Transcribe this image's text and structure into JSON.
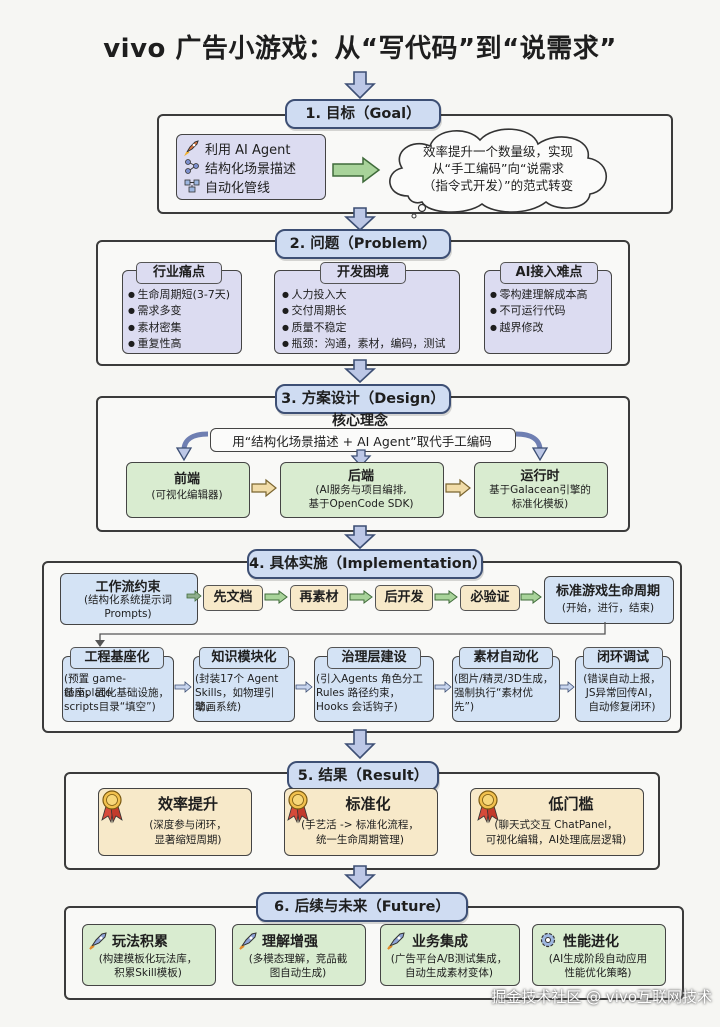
{
  "title": "vivo 广告小游戏：从“写代码”到“说需求”",
  "goal": {
    "label": "1. 目标（Goal）",
    "items": [
      "利用 AI Agent",
      "结构化场景描述",
      "自动化管线"
    ],
    "cloud": [
      "效率提升一个数量级，实现",
      "从“手工编码”向“说需求",
      "（指令式开发）”的范式转变"
    ]
  },
  "problem": {
    "label": "2. 问题（Problem）",
    "groups": [
      {
        "title": "行业痛点",
        "items": [
          "生命周期短(3-7天)",
          "需求多变",
          "素材密集",
          "重复性高"
        ]
      },
      {
        "title": "开发困境",
        "items": [
          "人力投入大",
          "交付周期长",
          "质量不稳定",
          "瓶颈：沟通，素材，编码，测试"
        ]
      },
      {
        "title": "AI接入难点",
        "items": [
          "零构建理解成本高",
          "不可运行代码",
          "越界修改"
        ]
      }
    ]
  },
  "design": {
    "label": "3. 方案设计（Design）",
    "core_title": "核心理念",
    "core_text": "用“结构化场景描述 + AI Agent”取代手工编码",
    "modules": [
      {
        "title": "前端",
        "desc": [
          "(可视化编辑器)"
        ]
      },
      {
        "title": "后端",
        "desc": [
          "(AI服务与项目编排,",
          "基于OpenCode SDK)"
        ]
      },
      {
        "title": "运行时",
        "desc": [
          "基于Galacean引擎的",
          "标准化模板)"
        ]
      }
    ]
  },
  "impl": {
    "label": "4. 具体实施（Implementation）",
    "workflow": {
      "title": "工作流约束",
      "desc": [
        "(结构化系统提示词",
        "Prompts)"
      ]
    },
    "steps": [
      "先文档",
      "再素材",
      "后开发",
      "必验证"
    ],
    "lifecycle": {
      "title": "标准游戏生命周期",
      "desc": "(开始，进行，结束)"
    },
    "cards": [
      {
        "title": "工程基座化",
        "desc": [
          "(预置 game-template",
          "基座，固化基础设施，",
          "scripts目录“填空”)"
        ]
      },
      {
        "title": "知识模块化",
        "desc": [
          "(封装17个 Agent",
          "Skills，如物理引擎，",
          "动画系统)"
        ]
      },
      {
        "title": "治理层建设",
        "desc": [
          "(引入Agents 角色分工",
          "Rules 路径约束，",
          "Hooks 会话钩子)"
        ]
      },
      {
        "title": "素材自动化",
        "desc": [
          "(图片/精灵/3D生成，",
          "强制执行“素材优",
          "先”)"
        ]
      },
      {
        "title": "闭环调试",
        "desc": [
          "(错误自动上报，",
          "JS异常回传AI，",
          "自动修复闭环)"
        ]
      }
    ]
  },
  "result": {
    "label": "5. 结果（Result）",
    "cards": [
      {
        "title": "效率提升",
        "desc": [
          "(深度参与闭环，",
          "显著缩短周期)"
        ]
      },
      {
        "title": "标准化",
        "desc": [
          "(手艺活 -> 标准化流程，",
          "统一生命周期管理)"
        ]
      },
      {
        "title": "低门槛",
        "desc": [
          "(聊天式交互 ChatPanel，",
          "可视化编辑，AI处理底层逻辑)"
        ]
      }
    ]
  },
  "future": {
    "label": "6. 后续与未来（Future）",
    "cards": [
      {
        "title": "玩法积累",
        "desc": [
          "(构建模板化玩法库，",
          "积累Skill模板)"
        ],
        "icon": "rocket-icon"
      },
      {
        "title": "理解增强",
        "desc": [
          "(多模态理解，竞品截",
          "图自动生成)"
        ],
        "icon": "rocket-icon"
      },
      {
        "title": "业务集成",
        "desc": [
          "(广告平台A/B测试集成，",
          "自动生成素材变体)"
        ],
        "icon": "rocket-icon"
      },
      {
        "title": "性能进化",
        "desc": [
          "(AI生成阶段自动应用",
          "性能优化策略)"
        ],
        "icon": "gear-icon"
      }
    ]
  },
  "watermark": "掘金技术社区 @ vivo互联网技术",
  "colors": {
    "lavender": "#dcdcf1",
    "green": "#d9ecd0",
    "yellow": "#f7e9c9",
    "blue": "#cfdcf2",
    "outline": "#3b3b3b"
  }
}
